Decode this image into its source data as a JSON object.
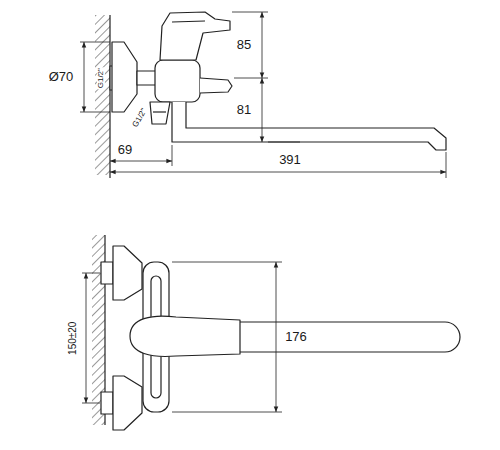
{
  "diagram": {
    "labels": [
      "85",
      "Ø70",
      "G1/2\"",
      "81",
      "G1/2\"",
      "69",
      "391",
      "176",
      "150±20"
    ]
  }
}
